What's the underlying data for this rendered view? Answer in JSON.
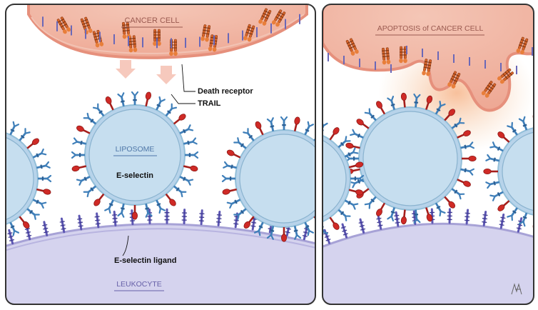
{
  "left_panel": {
    "cancer_cell_label": "CANCER CELL",
    "death_receptor_label": "Death receptor",
    "trail_label": "TRAIL",
    "liposome_label": "LIPOSOME",
    "e_selectin_label": "E-selectin",
    "e_selectin_ligand_label": "E-selectin ligand",
    "leukocyte_label": "LEUKOCYTE"
  },
  "right_panel": {
    "apoptosis_label": "APOPTOSIS of CANCER CELL"
  },
  "colors": {
    "cancer_fill": "#efb4a2",
    "cancer_membrane": "#e6907c",
    "liposome_fill": "#c6deef",
    "liposome_ring": "#93bfd9",
    "leukocyte_fill": "#d5d3ee",
    "leukocyte_membrane": "#a7a2d6",
    "trail_red": "#cf2a26",
    "selectin_blue": "#3f7fb9",
    "ligand_purple": "#5d57b3",
    "receptor_orange": "#d9652a",
    "label_text": "#8a6a66"
  }
}
